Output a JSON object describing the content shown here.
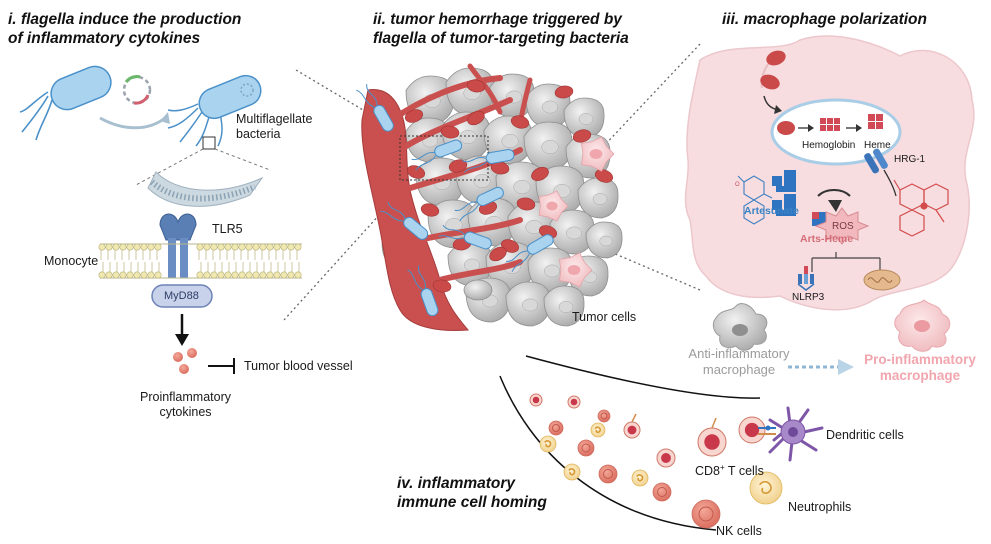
{
  "panels": {
    "i": {
      "numeral": "i.",
      "title_line1": "flagella induce the production",
      "title_line2": "of inflammatory cytokines"
    },
    "ii": {
      "numeral": "ii.",
      "title_line1": "tumor hemorrhage triggered by",
      "title_line2": "flagella of tumor-targeting bacteria"
    },
    "iii": {
      "numeral": "iii.",
      "title": "macrophage polarization"
    },
    "iv": {
      "numeral": "iv.",
      "title_line1": "inflammatory",
      "title_line2": "immune cell homing"
    }
  },
  "labels": {
    "multiflagellate_1": "Multiflagellate",
    "multiflagellate_2": "bacteria",
    "tlr5": "TLR5",
    "monocyte": "Monocyte",
    "myd88": "MyD88",
    "tumor_blood_vessel": "Tumor blood vessel",
    "proinflammatory_1": "Proinflammatory",
    "proinflammatory_2": "cytokines",
    "tumor_cells": "Tumor cells",
    "hemoglobin": "Hemoglobin",
    "heme": "Heme",
    "hrg1": "HRG-1",
    "artesunate": "Artesunate",
    "ros": "ROS",
    "arts_heme": "Arts-Heme",
    "nlrp3": "NLRP3",
    "anti_inflammatory_1": "Anti-inflammatory",
    "anti_inflammatory_2": "macrophage",
    "pro_inflammatory_1": "Pro-inflammatory",
    "pro_inflammatory_2": "macrophage",
    "dendritic_cells": "Dendritic cells",
    "cd8_prefix": "CD8",
    "cd8_sup": "+",
    "cd8_suffix": " T cells",
    "neutrophils": "Neutrophils",
    "nk_cells": "NK cells"
  },
  "colors": {
    "bacteria": "#a9d3ee",
    "bacteria_outline": "#4a90c9",
    "blood": "#c9474d",
    "vessel": "#c0504d",
    "macrophage_bg": "#f7dde0",
    "tumor_cell": "#c9c9c9",
    "neutrophil": "#f6d9a0",
    "red_cell": "#e07a6a"
  }
}
